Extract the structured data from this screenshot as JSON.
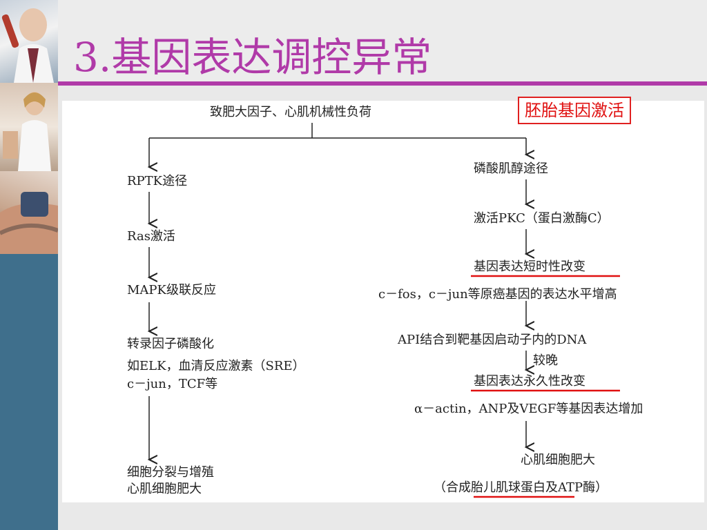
{
  "slide": {
    "title": "3.基因表达调控异常",
    "highlight_label": "胚胎基因激活",
    "colors": {
      "title": "#b03aa8",
      "highlight": "#e01010",
      "sidebar": "#3f6f8c"
    }
  },
  "diagram": {
    "top": "致肥大因子、心肌机械性负荷",
    "left": {
      "n1": "RPTK途径",
      "n2": "Ras激活",
      "n3": "MAPK级联反应",
      "n4_line1": "转录因子磷酸化",
      "n4_line2": "如ELK，血清反应激素（SRE）",
      "n4_line3": "c－jun，TCF等",
      "n5_line1": "细胞分裂与增殖",
      "n5_line2": "心肌细胞肥大"
    },
    "right": {
      "n1": "磷酸肌醇途径",
      "n2": "激活PKC（蛋白激酶C）",
      "n3": "基因表达短时性改变",
      "n4": "c－fos，c－jun等原癌基因的表达水平增高",
      "n5": "API结合到靶基因启动子内的DNA",
      "delay": "较晚",
      "n6": "基因表达永久性改变",
      "n7": "α－actin，ANP及VEGF等基因表达增加",
      "n8": "心肌细胞肥大",
      "n9": "（合成胎儿肌球蛋白及ATP酶）"
    }
  }
}
